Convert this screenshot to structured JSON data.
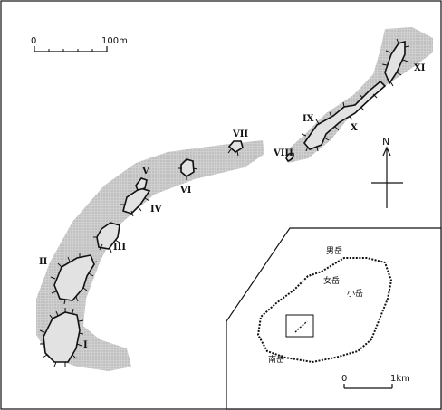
{
  "scale_bar": {
    "start_label": "0",
    "end_label": "100m"
  },
  "north_label": "N",
  "features": [
    {
      "label": "I"
    },
    {
      "label": "II"
    },
    {
      "label": "III"
    },
    {
      "label": "IV"
    },
    {
      "label": "V"
    },
    {
      "label": "VI"
    },
    {
      "label": "VII"
    },
    {
      "label": "VIII"
    },
    {
      "label": "IX"
    },
    {
      "label": "X"
    },
    {
      "label": "XI"
    }
  ],
  "inset": {
    "peaks": {
      "otake": "男岳",
      "medake": "女岳",
      "kodake": "小岳",
      "minamidake": "南岳"
    },
    "scale_bar": {
      "start_label": "0",
      "end_label": "1km"
    }
  },
  "colors": {
    "zone_fill": "#c8c8c8",
    "outline": "#111111"
  }
}
